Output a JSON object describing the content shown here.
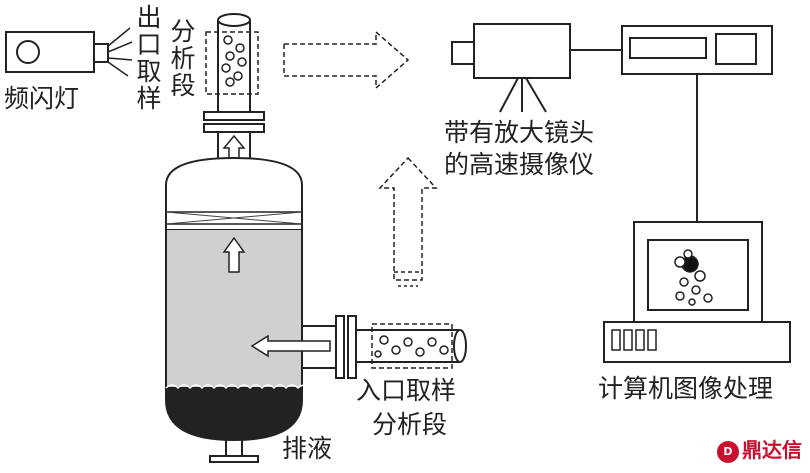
{
  "labels": {
    "strobe_lamp": "频闪灯",
    "outlet_sampling_a": "出口取样",
    "outlet_sampling_b": "分析段",
    "camera": "带有放大镜头",
    "camera_line2": "的高速摄像仪",
    "drain": "排液",
    "inlet_sampling": "入口取样",
    "inlet_sampling_line2": "分析段",
    "computer": "计算机图像处理"
  },
  "watermark": {
    "text": "鼎达信",
    "logo": "D"
  }
}
